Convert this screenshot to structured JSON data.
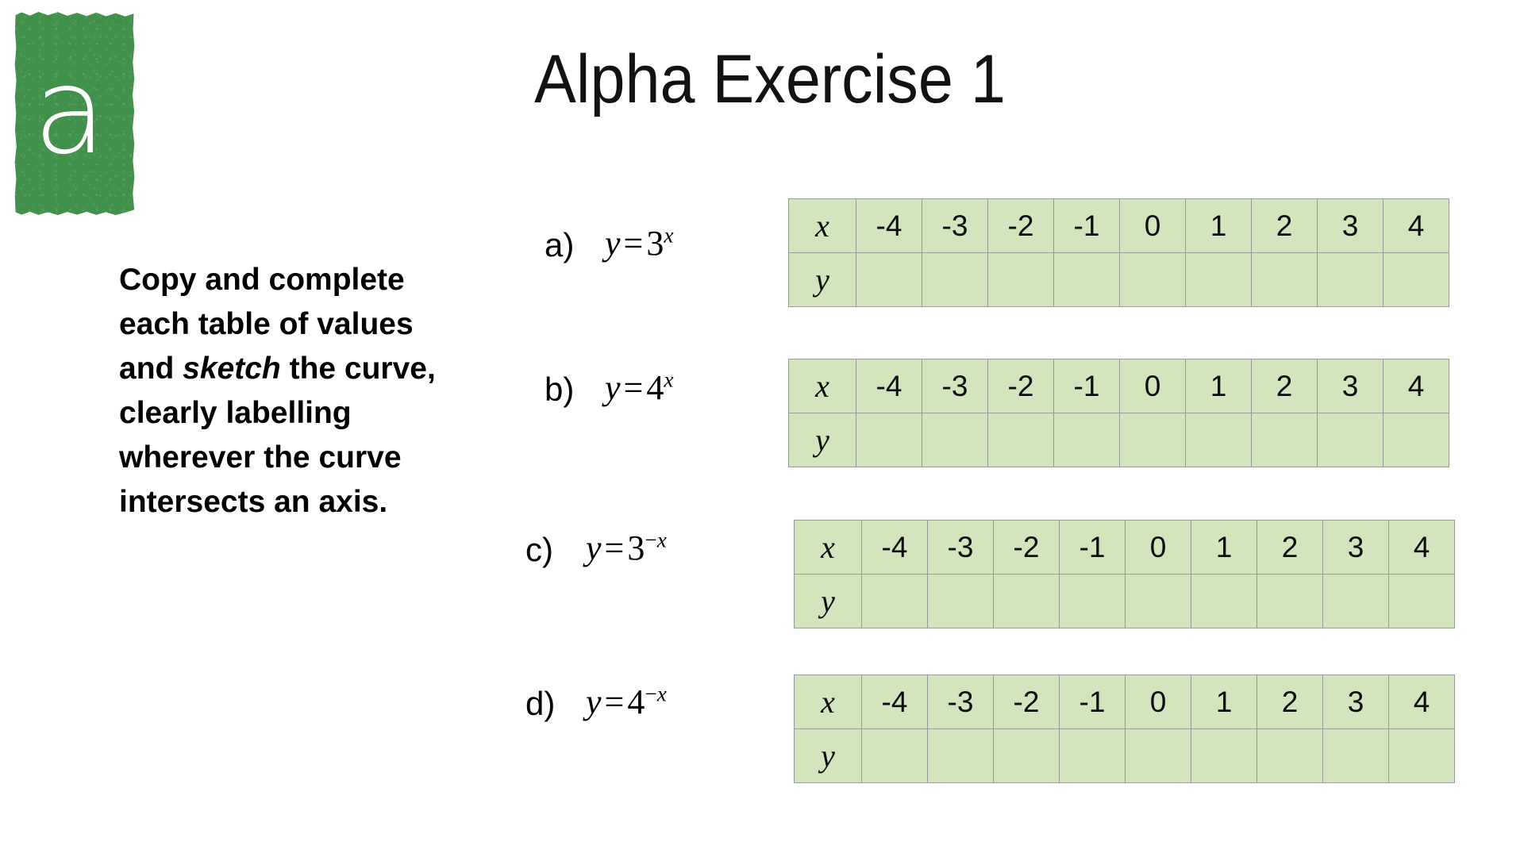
{
  "slide": {
    "title": "Alpha Exercise 1",
    "background_color": "#ffffff"
  },
  "logo": {
    "letter": "a",
    "color": "#42914a",
    "letter_color": "#ffffff",
    "name": "alpha-logo"
  },
  "instruction": {
    "line1": "Copy and complete",
    "line2": "each table of values",
    "line3_a": "and ",
    "line3_em": "sketch",
    "line3_b": " the curve,",
    "line4": "clearly labelling",
    "line5": "wherever the curve",
    "line6": "intersects an axis.",
    "full_text": "Copy and complete each table of values and sketch the curve, clearly labelling wherever the curve intersects an axis."
  },
  "table_style": {
    "cell_fill": "#d2e5bd",
    "border_color": "#9a9a9a"
  },
  "questions": [
    {
      "label": "a)",
      "equation_text": "y = 3^x",
      "lhs": "y",
      "operator": "=",
      "base": "3",
      "exponent_sign": "",
      "exponent": "x",
      "table": {
        "row_labels": [
          "x",
          "y"
        ],
        "x_values": [
          "-4",
          "-3",
          "-2",
          "-1",
          "0",
          "1",
          "2",
          "3",
          "4"
        ],
        "y_values": [
          "",
          "",
          "",
          "",
          "",
          "",
          "",
          "",
          ""
        ]
      }
    },
    {
      "label": "b)",
      "equation_text": "y = 4^x",
      "lhs": "y",
      "operator": "=",
      "base": "4",
      "exponent_sign": "",
      "exponent": "x",
      "table": {
        "row_labels": [
          "x",
          "y"
        ],
        "x_values": [
          "-4",
          "-3",
          "-2",
          "-1",
          "0",
          "1",
          "2",
          "3",
          "4"
        ],
        "y_values": [
          "",
          "",
          "",
          "",
          "",
          "",
          "",
          "",
          ""
        ]
      }
    },
    {
      "label": "c)",
      "equation_text": "y = 3^-x",
      "lhs": "y",
      "operator": "=",
      "base": "3",
      "exponent_sign": "−",
      "exponent": "x",
      "table": {
        "row_labels": [
          "x",
          "y"
        ],
        "x_values": [
          "-4",
          "-3",
          "-2",
          "-1",
          "0",
          "1",
          "2",
          "3",
          "4"
        ],
        "y_values": [
          "",
          "",
          "",
          "",
          "",
          "",
          "",
          "",
          ""
        ]
      }
    },
    {
      "label": "d)",
      "equation_text": "y = 4^-x",
      "lhs": "y",
      "operator": "=",
      "base": "4",
      "exponent_sign": "−",
      "exponent": "x",
      "table": {
        "row_labels": [
          "x",
          "y"
        ],
        "x_values": [
          "-4",
          "-3",
          "-2",
          "-1",
          "0",
          "1",
          "2",
          "3",
          "4"
        ],
        "y_values": [
          "",
          "",
          "",
          "",
          "",
          "",
          "",
          "",
          ""
        ]
      }
    }
  ]
}
